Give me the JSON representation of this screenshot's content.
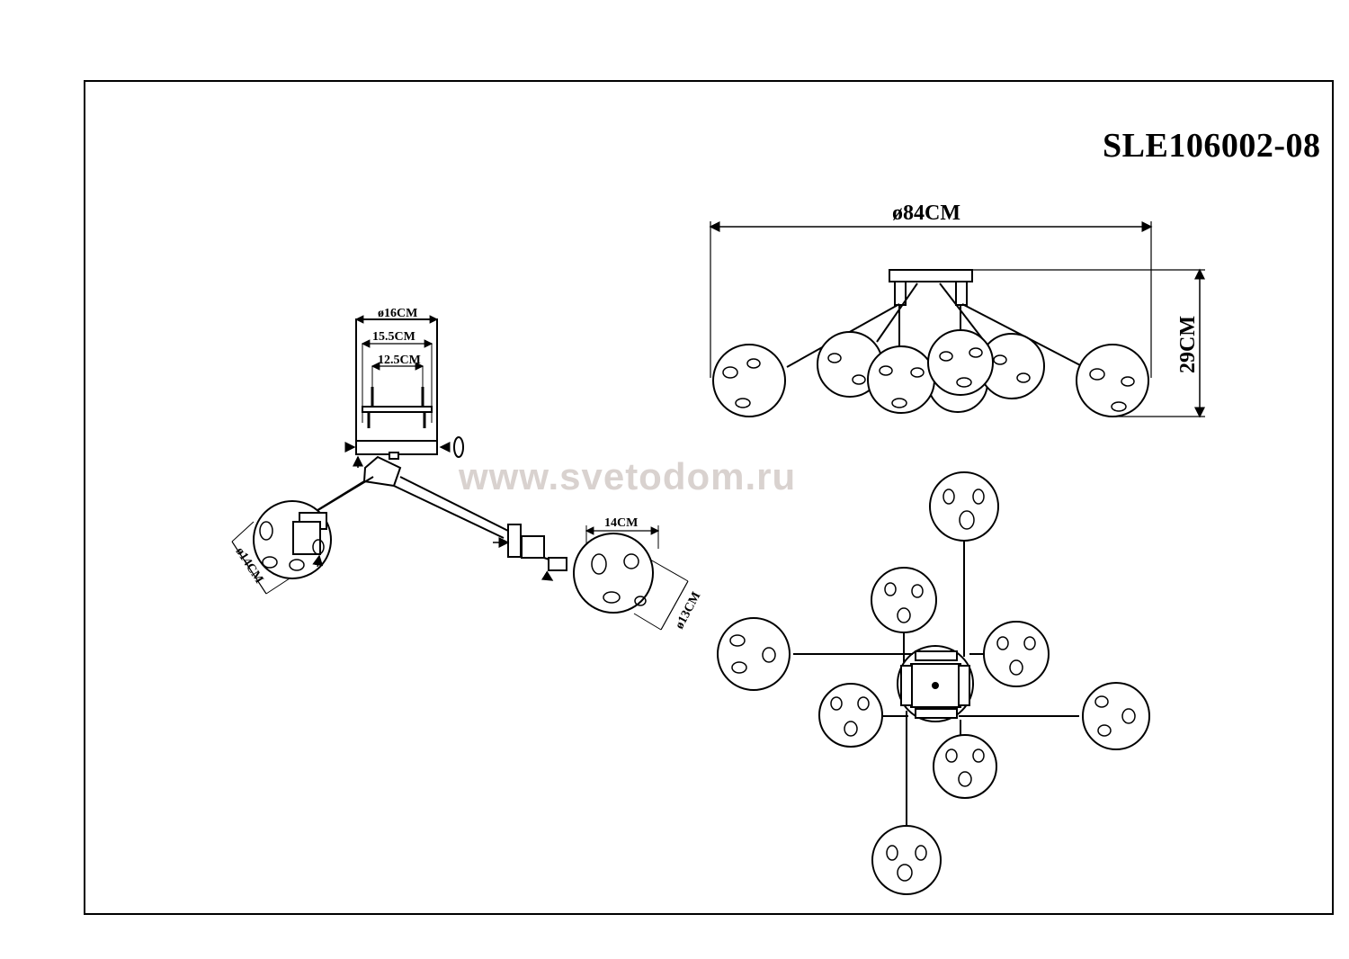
{
  "drawing": {
    "model": "SLE106002-08",
    "watermark": "www.svetodom.ru"
  },
  "dimensions": {
    "overall_diameter": "ø84CM",
    "height": "29CM",
    "canopy_diameter": "ø16CM",
    "canopy_inner": "15.5CM",
    "mount_spacing": "12.5CM",
    "shade_diameter_left": "ø14CM",
    "shade_width": "14CM",
    "shade_diameter_right": "ø13CM"
  },
  "colors": {
    "line": "#000000",
    "watermark": "#d9d2cf"
  }
}
